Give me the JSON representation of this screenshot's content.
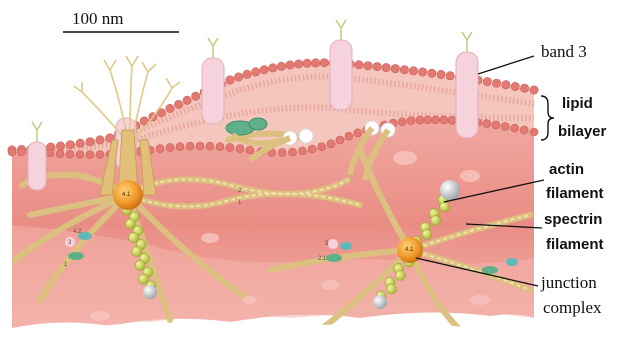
{
  "scale_bar": {
    "label": "100 nm"
  },
  "labels": {
    "band3": "band 3",
    "lipid": "lipid",
    "bilayer": "bilayer",
    "actin": "actin",
    "actin_filament": "filament",
    "spectrin": "spectrin",
    "spectrin_filament": "filament",
    "junction": "junction",
    "complex": "complex"
  },
  "protein_tags": {
    "left_junction": "4.1",
    "right_junction": "4.1",
    "left_42": "4.2",
    "left_3": "3",
    "left_1": "1",
    "right_3": "3",
    "right_21": "2.1",
    "spectrin_2": "2",
    "spectrin_1": "1"
  },
  "colors": {
    "membrane": "#f2b7ad",
    "cytoplasm": "#e98d84",
    "lipid_head": "#e27a72",
    "band3": "#f6d2dc",
    "spectrin": "#e9c98a",
    "actin": "#c6d24a",
    "junction": "#f09a2a",
    "ankyrin": "#5fb089"
  }
}
